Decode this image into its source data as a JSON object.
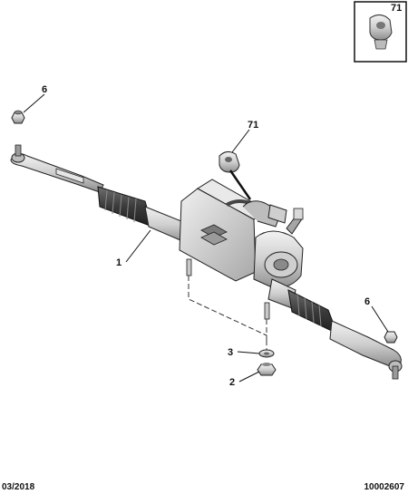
{
  "callouts": {
    "inset": "71",
    "clip": "71",
    "tie_rod_nut_left": "6",
    "tie_rod_nut_right": "6",
    "steering_rack": "1",
    "washer": "3",
    "nut": "2"
  },
  "footer": {
    "date": "03/2018",
    "diagram_number": "10002607"
  },
  "colors": {
    "part_fill": "#d9d9d9",
    "part_dark": "#9a9a9a",
    "boot_fill": "#4a4a4a",
    "outline": "#222222"
  }
}
